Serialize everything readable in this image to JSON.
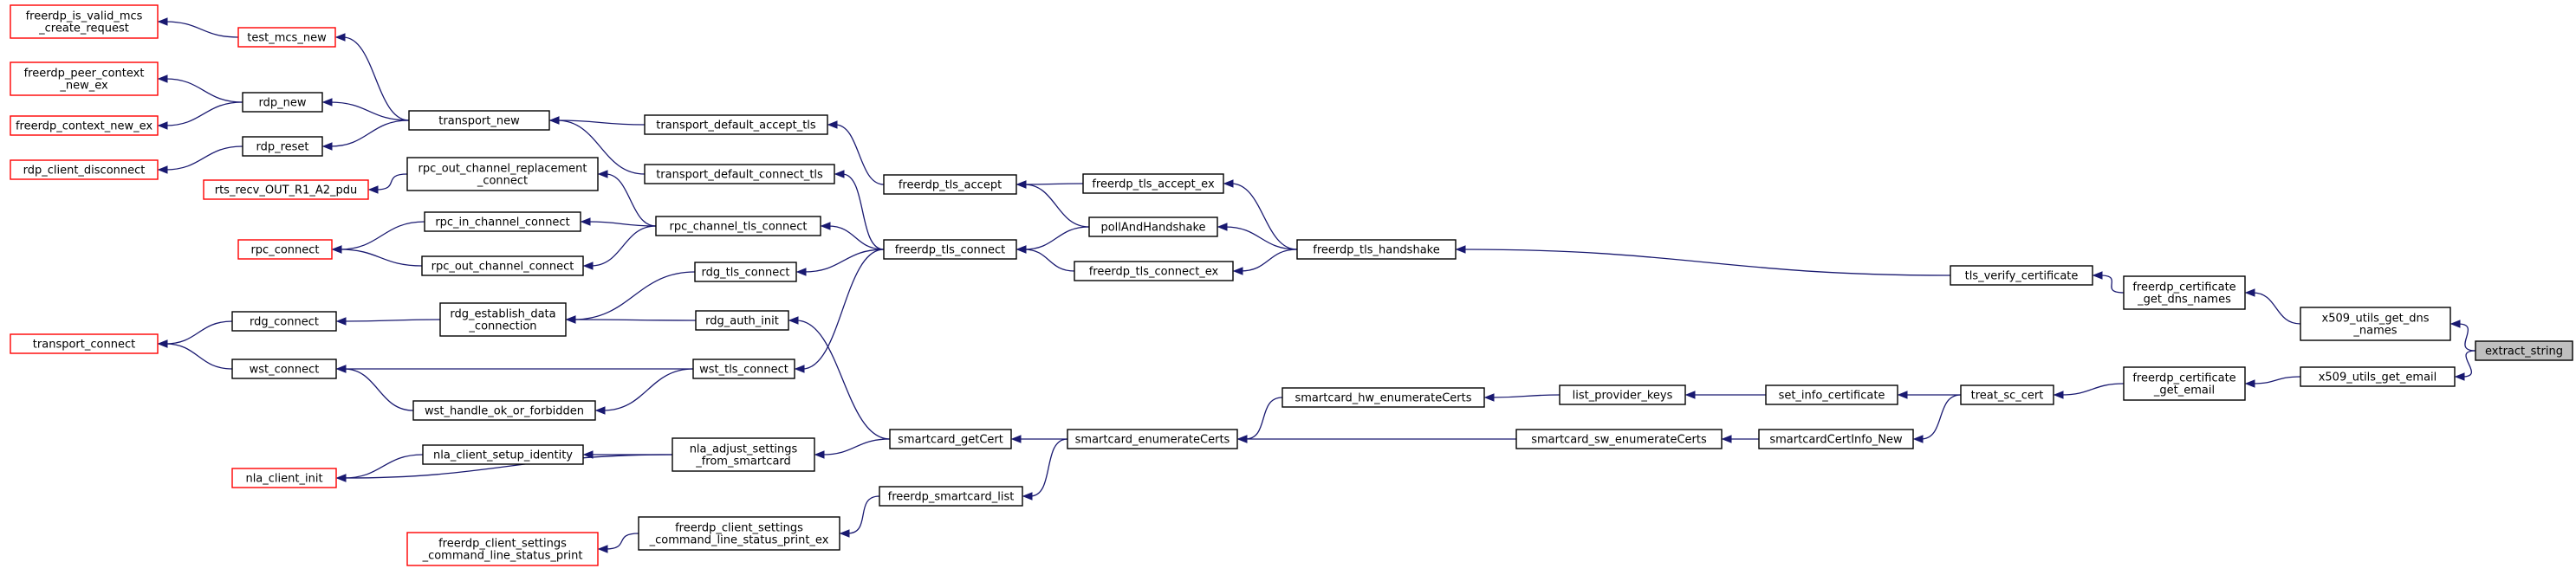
{
  "diagram": {
    "nodes": [
      {
        "id": "n_is_valid",
        "label": "freerdp_is_valid_mcs\n_create_request",
        "style": "red"
      },
      {
        "id": "n_test_mcs",
        "label": "test_mcs_new",
        "style": "red"
      },
      {
        "id": "n_peer_ctx",
        "label": "freerdp_peer_context\n_new_ex",
        "style": "red"
      },
      {
        "id": "n_ctx_new",
        "label": "freerdp_context_new_ex",
        "style": "red"
      },
      {
        "id": "n_rdp_new",
        "label": "rdp_new",
        "style": "plain"
      },
      {
        "id": "n_transport_new",
        "label": "transport_new",
        "style": "plain"
      },
      {
        "id": "n_rdp_reset",
        "label": "rdp_reset",
        "style": "plain"
      },
      {
        "id": "n_rdp_disc",
        "label": "rdp_client_disconnect",
        "style": "red"
      },
      {
        "id": "n_rpc_out_repl",
        "label": "rpc_out_channel_replacement\n_connect",
        "style": "plain"
      },
      {
        "id": "n_rts_recv",
        "label": "rts_recv_OUT_R1_A2_pdu",
        "style": "red"
      },
      {
        "id": "n_rpc_in",
        "label": "rpc_in_channel_connect",
        "style": "plain"
      },
      {
        "id": "n_rpc_connect",
        "label": "rpc_connect",
        "style": "red"
      },
      {
        "id": "n_rpc_out",
        "label": "rpc_out_channel_connect",
        "style": "plain"
      },
      {
        "id": "n_rdg_connect",
        "label": "rdg_connect",
        "style": "plain"
      },
      {
        "id": "n_transport_connect",
        "label": "transport_connect",
        "style": "red"
      },
      {
        "id": "n_wst_connect",
        "label": "wst_connect",
        "style": "plain"
      },
      {
        "id": "n_rdg_est",
        "label": "rdg_establish_data\n_connection",
        "style": "plain"
      },
      {
        "id": "n_wst_handle",
        "label": "wst_handle_ok_or_forbidden",
        "style": "plain"
      },
      {
        "id": "n_nla_setup",
        "label": "nla_client_setup_identity",
        "style": "plain"
      },
      {
        "id": "n_nla_init",
        "label": "nla_client_init",
        "style": "red"
      },
      {
        "id": "n_cl_status",
        "label": "freerdp_client_settings\n_command_line_status_print",
        "style": "red"
      },
      {
        "id": "n_tda_tls",
        "label": "transport_default_accept_tls",
        "style": "plain"
      },
      {
        "id": "n_tdc_tls",
        "label": "transport_default_connect_tls",
        "style": "plain"
      },
      {
        "id": "n_rpc_tls",
        "label": "rpc_channel_tls_connect",
        "style": "plain"
      },
      {
        "id": "n_rdg_tls",
        "label": "rdg_tls_connect",
        "style": "plain"
      },
      {
        "id": "n_rdg_auth",
        "label": "rdg_auth_init",
        "style": "plain"
      },
      {
        "id": "n_wst_tls",
        "label": "wst_tls_connect",
        "style": "plain"
      },
      {
        "id": "n_nla_adjust",
        "label": "nla_adjust_settings\n_from_smartcard",
        "style": "plain"
      },
      {
        "id": "n_cl_status_ex",
        "label": "freerdp_client_settings\n_command_line_status_print_ex",
        "style": "plain"
      },
      {
        "id": "n_tls_accept",
        "label": "freerdp_tls_accept",
        "style": "plain"
      },
      {
        "id": "n_tls_connect",
        "label": "freerdp_tls_connect",
        "style": "plain"
      },
      {
        "id": "n_sc_getcert",
        "label": "smartcard_getCert",
        "style": "plain"
      },
      {
        "id": "n_sc_list",
        "label": "freerdp_smartcard_list",
        "style": "plain"
      },
      {
        "id": "n_tls_accept_ex",
        "label": "freerdp_tls_accept_ex",
        "style": "plain"
      },
      {
        "id": "n_poll",
        "label": "pollAndHandshake",
        "style": "plain"
      },
      {
        "id": "n_tls_connect_ex",
        "label": "freerdp_tls_connect_ex",
        "style": "plain"
      },
      {
        "id": "n_sc_enum",
        "label": "smartcard_enumerateCerts",
        "style": "plain"
      },
      {
        "id": "n_tls_handshake",
        "label": "freerdp_tls_handshake",
        "style": "plain"
      },
      {
        "id": "n_sc_hw_enum",
        "label": "smartcard_hw_enumerateCerts",
        "style": "plain"
      },
      {
        "id": "n_sc_sw_enum",
        "label": "smartcard_sw_enumerateCerts",
        "style": "plain"
      },
      {
        "id": "n_list_keys",
        "label": "list_provider_keys",
        "style": "plain"
      },
      {
        "id": "n_set_info",
        "label": "set_info_certificate",
        "style": "plain"
      },
      {
        "id": "n_sc_certinfo",
        "label": "smartcardCertInfo_New",
        "style": "plain"
      },
      {
        "id": "n_tls_verify",
        "label": "tls_verify_certificate",
        "style": "plain"
      },
      {
        "id": "n_treat_sc",
        "label": "treat_sc_cert",
        "style": "plain"
      },
      {
        "id": "n_cert_dns",
        "label": "freerdp_certificate\n_get_dns_names",
        "style": "plain"
      },
      {
        "id": "n_cert_email",
        "label": "freerdp_certificate\n_get_email",
        "style": "plain"
      },
      {
        "id": "n_x509_dns",
        "label": "x509_utils_get_dns\n_names",
        "style": "plain"
      },
      {
        "id": "n_x509_email",
        "label": "x509_utils_get_email",
        "style": "plain"
      },
      {
        "id": "n_extract",
        "label": "extract_string",
        "style": "focus"
      }
    ],
    "edges": [
      [
        "n_test_mcs",
        "n_is_valid"
      ],
      [
        "n_transport_new",
        "n_test_mcs"
      ],
      [
        "n_rdp_new",
        "n_peer_ctx"
      ],
      [
        "n_rdp_new",
        "n_ctx_new"
      ],
      [
        "n_transport_new",
        "n_rdp_new"
      ],
      [
        "n_transport_new",
        "n_rdp_reset"
      ],
      [
        "n_rdp_reset",
        "n_rdp_disc"
      ],
      [
        "n_rpc_out_repl",
        "n_rts_recv"
      ],
      [
        "n_rpc_in",
        "n_rpc_connect"
      ],
      [
        "n_rpc_out",
        "n_rpc_connect"
      ],
      [
        "n_rdg_connect",
        "n_transport_connect"
      ],
      [
        "n_wst_connect",
        "n_transport_connect"
      ],
      [
        "n_rdg_est",
        "n_rdg_connect"
      ],
      [
        "n_wst_tls",
        "n_wst_connect"
      ],
      [
        "n_wst_handle",
        "n_wst_connect"
      ],
      [
        "n_nla_setup",
        "n_nla_init"
      ],
      [
        "n_nla_adjust",
        "n_nla_init"
      ],
      [
        "n_nla_adjust",
        "n_nla_setup"
      ],
      [
        "n_tda_tls",
        "n_transport_new"
      ],
      [
        "n_tdc_tls",
        "n_transport_new"
      ],
      [
        "n_rpc_tls",
        "n_rpc_out_repl"
      ],
      [
        "n_rpc_tls",
        "n_rpc_in"
      ],
      [
        "n_rpc_tls",
        "n_rpc_out"
      ],
      [
        "n_rdg_tls",
        "n_rdg_est"
      ],
      [
        "n_rdg_auth",
        "n_rdg_est"
      ],
      [
        "n_wst_tls",
        "n_wst_handle"
      ],
      [
        "n_cl_status_ex",
        "n_cl_status"
      ],
      [
        "n_tls_accept",
        "n_tda_tls"
      ],
      [
        "n_tls_connect",
        "n_tdc_tls"
      ],
      [
        "n_tls_connect",
        "n_rpc_tls"
      ],
      [
        "n_tls_connect",
        "n_rdg_tls"
      ],
      [
        "n_tls_connect",
        "n_wst_tls"
      ],
      [
        "n_sc_getcert",
        "n_rdg_auth"
      ],
      [
        "n_sc_getcert",
        "n_nla_adjust"
      ],
      [
        "n_sc_list",
        "n_cl_status_ex"
      ],
      [
        "n_tls_accept_ex",
        "n_tls_accept"
      ],
      [
        "n_poll",
        "n_tls_accept"
      ],
      [
        "n_poll",
        "n_tls_connect"
      ],
      [
        "n_tls_connect_ex",
        "n_tls_connect"
      ],
      [
        "n_sc_enum",
        "n_sc_getcert"
      ],
      [
        "n_sc_enum",
        "n_sc_list"
      ],
      [
        "n_tls_handshake",
        "n_tls_accept_ex"
      ],
      [
        "n_tls_handshake",
        "n_poll"
      ],
      [
        "n_tls_handshake",
        "n_tls_connect_ex"
      ],
      [
        "n_sc_hw_enum",
        "n_sc_enum"
      ],
      [
        "n_sc_sw_enum",
        "n_sc_enum"
      ],
      [
        "n_list_keys",
        "n_sc_hw_enum"
      ],
      [
        "n_set_info",
        "n_list_keys"
      ],
      [
        "n_sc_certinfo",
        "n_sc_sw_enum"
      ],
      [
        "n_tls_verify",
        "n_tls_handshake"
      ],
      [
        "n_treat_sc",
        "n_set_info"
      ],
      [
        "n_treat_sc",
        "n_sc_certinfo"
      ],
      [
        "n_cert_dns",
        "n_tls_verify"
      ],
      [
        "n_cert_email",
        "n_treat_sc"
      ],
      [
        "n_x509_dns",
        "n_cert_dns"
      ],
      [
        "n_x509_email",
        "n_cert_email"
      ],
      [
        "n_extract",
        "n_x509_dns"
      ],
      [
        "n_extract",
        "n_x509_email"
      ]
    ]
  }
}
